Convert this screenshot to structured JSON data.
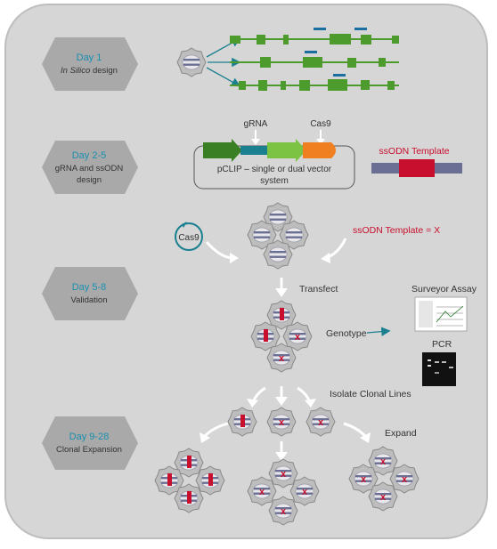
{
  "steps": [
    {
      "day": "Day 1",
      "desc_italic": "In Silico",
      "desc_rest": " design"
    },
    {
      "day": "Day 2-5",
      "desc1": "gRNA and ssODN",
      "desc2": "design"
    },
    {
      "day": "Day 5-8",
      "desc1": "Validation"
    },
    {
      "day": "Day 9-28",
      "desc1": "Clonal Expansion"
    }
  ],
  "vector": {
    "grna_label": "gRNA",
    "cas9_label": "Cas9",
    "caption_line1": "pCLIP – single or dual vector",
    "caption_line2": "system"
  },
  "ssodn": {
    "template_label": "ssODN Template",
    "template_eq": "ssODN Template = X"
  },
  "labels": {
    "cas9_plasmid": "Cas9",
    "transfect": "Transfect",
    "genotype": "Genotype",
    "surveyor": "Surveyor Assay",
    "pcr": "PCR",
    "isolate": "Isolate Clonal Lines",
    "expand": "Expand"
  },
  "colors": {
    "panel_bg": "#d6d6d6",
    "badge": "#a9a9a9",
    "day_text": "#1a8fb0",
    "gene_green": "#4d9b2c",
    "grna_dark_green": "#3a7f24",
    "grna_light_green": "#7cc243",
    "cas9_orange": "#f07f22",
    "teal": "#1a8090",
    "ssodn_red": "#c8102e",
    "template_blue": "#6b6f93",
    "cell_gray": "#b9b9b9"
  }
}
